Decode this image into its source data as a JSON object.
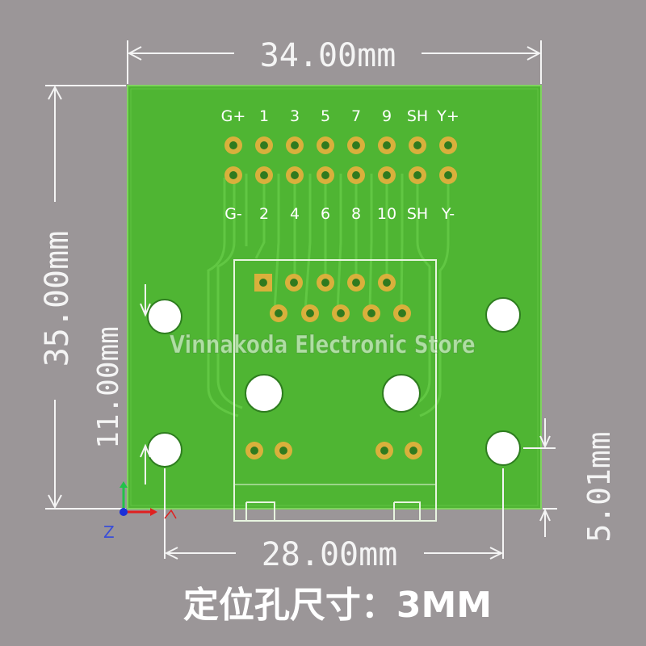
{
  "dimensions": {
    "width_top": "34.00mm",
    "height_left": "35.00mm",
    "hole_vertical": "11.00mm",
    "hole_spacing_bottom": "28.00mm",
    "hole_offset_right": "5.01mm"
  },
  "pin_labels": {
    "top_row": [
      "G+",
      "1",
      "3",
      "5",
      "7",
      "9",
      "SH",
      "Y+"
    ],
    "bottom_row": [
      "G-",
      "2",
      "4",
      "6",
      "8",
      "10",
      "SH",
      "Y-"
    ]
  },
  "watermark": "Vinnakoda Electronic Store",
  "axis_label": "Z",
  "caption": "定位孔尺寸：3MM",
  "colors": {
    "background": "#9b9698",
    "pcb": "#4fb533",
    "trace": "#5fc741",
    "pad": "#d9b03c",
    "dimension_line": "#f4f4f4"
  }
}
